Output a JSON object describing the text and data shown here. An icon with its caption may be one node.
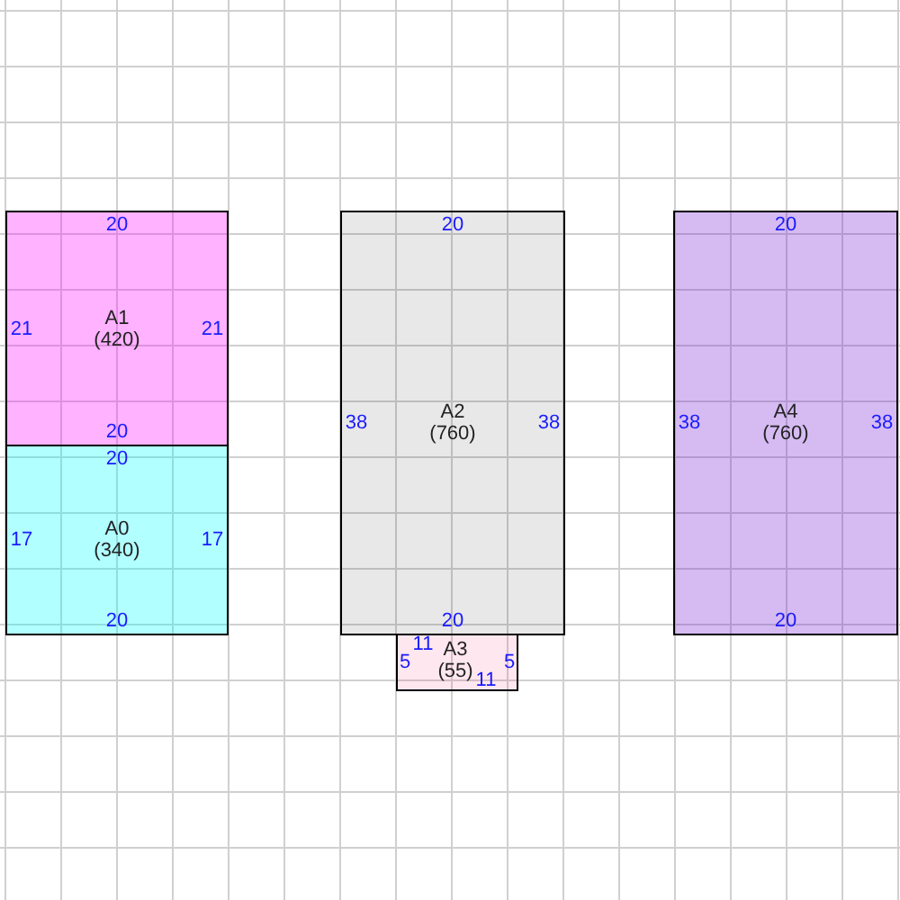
{
  "diagram": {
    "nodes": [
      {
        "text": [
          "20",
          "21",
          "A1 (420)",
          "21",
          "20"
        ]
      },
      {
        "text": [
          "20",
          "38",
          "A2 (760)",
          "38",
          "20"
        ]
      },
      {
        "text": [
          "20",
          "38",
          "A4 (760)",
          "38",
          "20"
        ]
      },
      {
        "text": [
          "20",
          "17",
          "A0 (340)",
          "17",
          "20"
        ]
      },
      {
        "text": [
          "11",
          "5",
          "A3 (55)",
          "5",
          "11"
        ]
      }
    ]
  }
}
